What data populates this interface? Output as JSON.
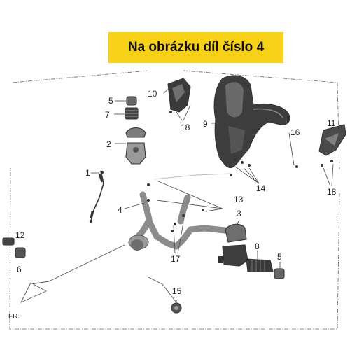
{
  "banner": {
    "text": "Na obrázku díl číslo 4"
  },
  "callouts": {
    "n1": "1",
    "n2": "2",
    "n3": "3",
    "n4": "4",
    "n5a": "5",
    "n5b": "5",
    "n6": "6",
    "n7": "7",
    "n8": "8",
    "n9": "9",
    "n10": "10",
    "n11": "11",
    "n12": "12",
    "n13": "13",
    "n14": "14",
    "n15": "15",
    "n16": "16",
    "n17": "17",
    "n18a": "18",
    "n18b": "18"
  },
  "direction_label": "FR.",
  "colors": {
    "banner": "#f7d117",
    "parts_dark": "#3a3a3a",
    "parts_grey": "#8c8c8c",
    "line": "#555555"
  }
}
